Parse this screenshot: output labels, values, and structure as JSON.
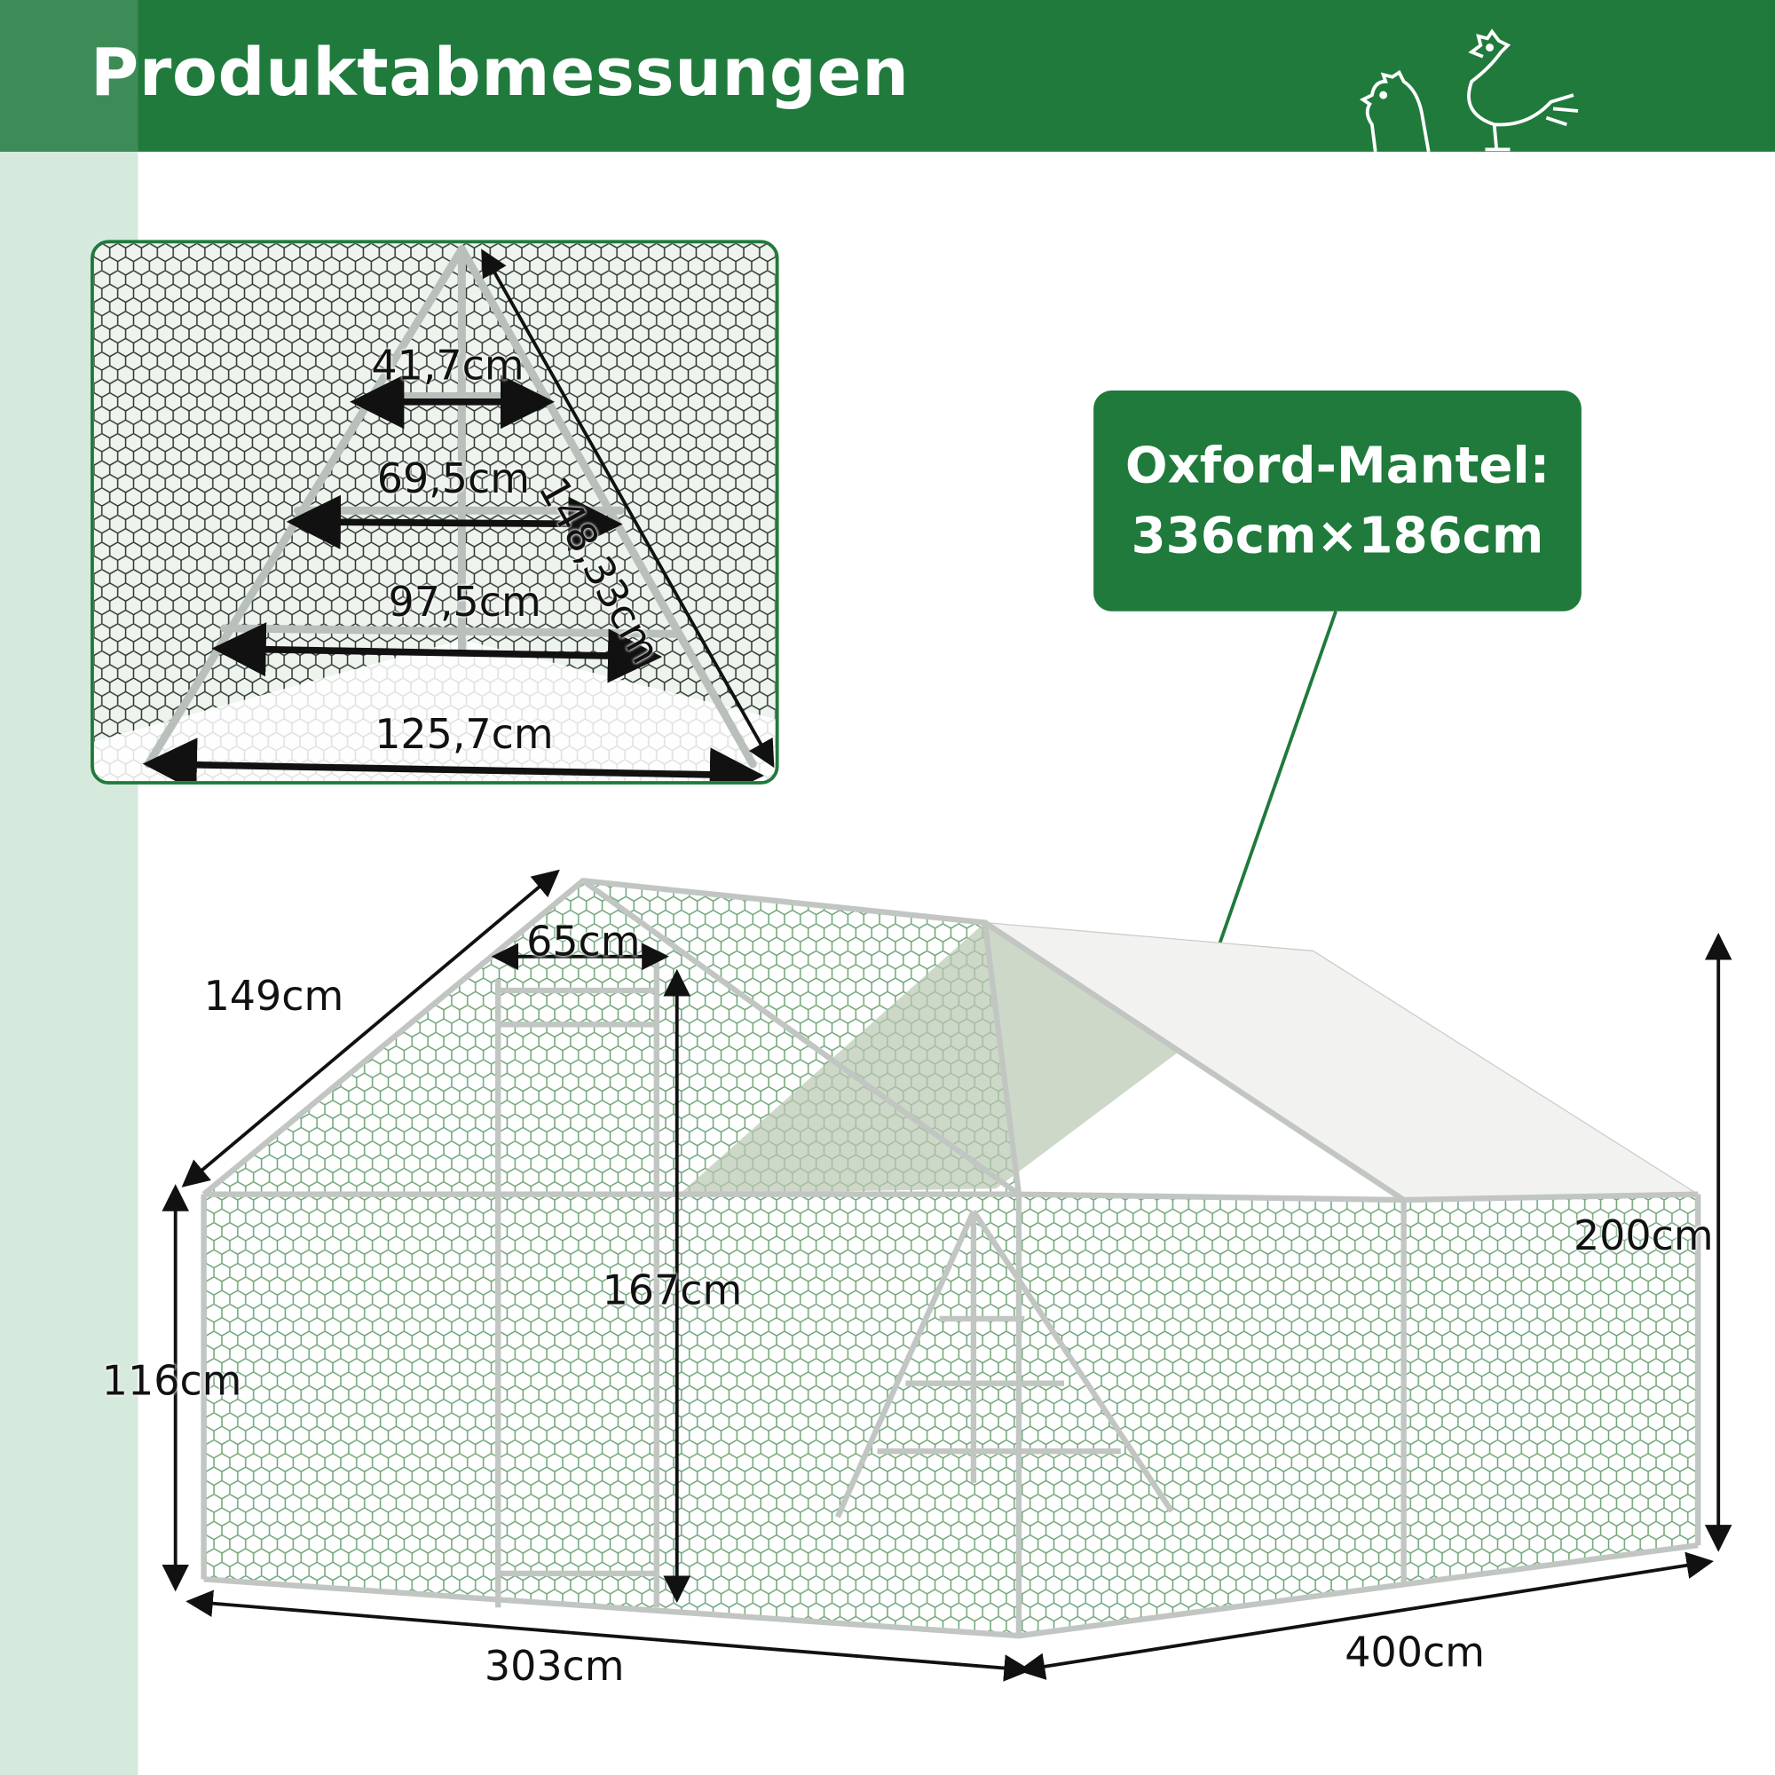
{
  "header": {
    "title": "Produktabmessungen"
  },
  "icons": [
    "chicken-icon",
    "hen-icon"
  ],
  "colors": {
    "brand_green": "#1f7a3c",
    "strip_green": "#d6e9dd"
  },
  "callout": {
    "line1": "Oxford-Mantel:",
    "line2": "336cm×186cm"
  },
  "inset": {
    "top_width": "41,7cm",
    "middle_width": "69,5cm",
    "lower_width": "97,5cm",
    "base_width": "125,7cm",
    "leg_length": "148,33cm"
  },
  "coop": {
    "roof_slope": "149cm",
    "door_width": "65cm",
    "door_height": "167cm",
    "side_height": "116cm",
    "total_height": "200cm",
    "width": "303cm",
    "length": "400cm"
  }
}
